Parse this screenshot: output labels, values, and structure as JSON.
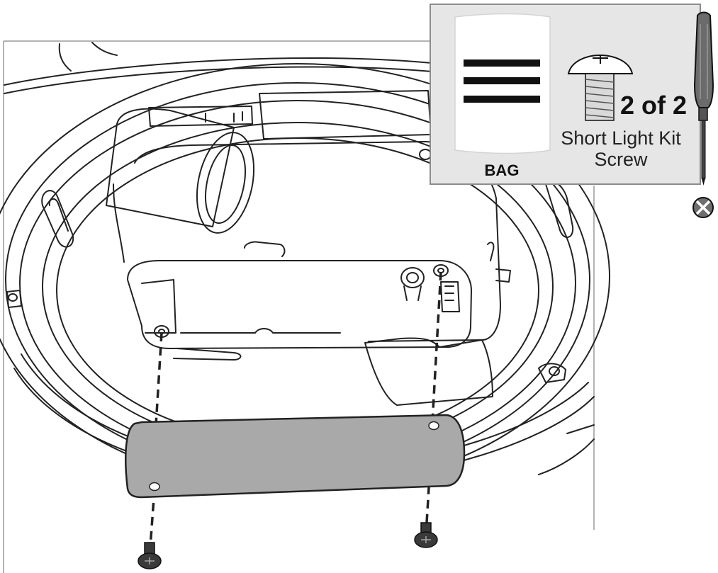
{
  "callout": {
    "bag_label": "BAG",
    "count_label": "2 of 2",
    "part_name_line1": "Short Light Kit",
    "part_name_line2": "Screw"
  },
  "tool": {
    "icon": "screwdriver-icon",
    "bit_icon": "phillips-bit-icon"
  },
  "colors": {
    "panel_bg": "#e6e6e6",
    "panel_border": "#8c8c8c",
    "plate_fill": "#a9a9a9",
    "line_art": "#222222",
    "screwdriver_handle": "#6b6b6b"
  }
}
